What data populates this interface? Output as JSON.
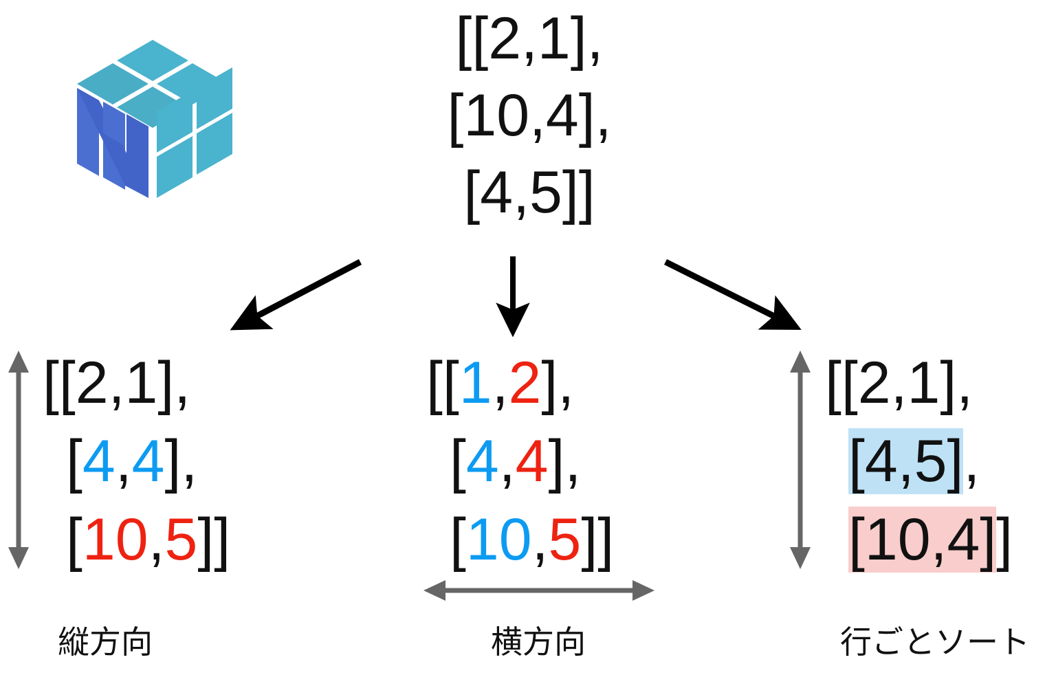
{
  "logo": {
    "name": "numpy-logo",
    "alt": "NumPy cube logo",
    "colors": {
      "teal_light": "#4dabc8",
      "teal": "#4ab3cd",
      "blue_n": "#4a6fd0",
      "blue_n_dark": "#3f63c4"
    }
  },
  "source": {
    "label": "source-array",
    "lines": [
      "[[2,1],",
      "[10,4],",
      "[4,5]]"
    ],
    "value": "[[2,1],[10,4],[4,5]]"
  },
  "arrows": {
    "left": "arrow-to-vertical",
    "middle": "arrow-to-horizontal",
    "right": "arrow-to-rowsort",
    "color": "#000000"
  },
  "measure_arrows": {
    "color": "#666666",
    "vertical_left": "vertical-direction-indicator",
    "vertical_right": "row-direction-indicator",
    "horizontal": "horizontal-direction-indicator"
  },
  "columns": [
    {
      "id": "vertical",
      "caption": "縦方向",
      "value": "[[2,1],[4,4],[10,5]]",
      "lines": [
        {
          "indent": 1,
          "tokens": [
            {
              "t": "[[2,1],",
              "c": "black"
            }
          ]
        },
        {
          "indent": 2,
          "tokens": [
            {
              "t": "[",
              "c": "black"
            },
            {
              "t": "4",
              "c": "blue"
            },
            {
              "t": ",",
              "c": "black"
            },
            {
              "t": "4",
              "c": "blue"
            },
            {
              "t": "],",
              "c": "black"
            }
          ]
        },
        {
          "indent": 2,
          "tokens": [
            {
              "t": "[",
              "c": "black"
            },
            {
              "t": "10",
              "c": "red"
            },
            {
              "t": ",",
              "c": "black"
            },
            {
              "t": "5",
              "c": "red"
            },
            {
              "t": "]]",
              "c": "black"
            }
          ]
        }
      ]
    },
    {
      "id": "horizontal",
      "caption": "横方向",
      "value": "[[1,2],[4,4],[10,5]]",
      "lines": [
        {
          "indent": 1,
          "tokens": [
            {
              "t": "[[",
              "c": "black"
            },
            {
              "t": "1",
              "c": "blue"
            },
            {
              "t": ",",
              "c": "black"
            },
            {
              "t": "2",
              "c": "red"
            },
            {
              "t": "],",
              "c": "black"
            }
          ]
        },
        {
          "indent": 2,
          "tokens": [
            {
              "t": "[",
              "c": "black"
            },
            {
              "t": "4",
              "c": "blue"
            },
            {
              "t": ",",
              "c": "black"
            },
            {
              "t": "4",
              "c": "red"
            },
            {
              "t": "],",
              "c": "black"
            }
          ]
        },
        {
          "indent": 2,
          "tokens": [
            {
              "t": "[",
              "c": "black"
            },
            {
              "t": "10",
              "c": "blue"
            },
            {
              "t": ",",
              "c": "black"
            },
            {
              "t": "5",
              "c": "red"
            },
            {
              "t": "]]",
              "c": "black"
            }
          ]
        }
      ]
    },
    {
      "id": "rowsort",
      "caption": "行ごとソート",
      "value": "[[2,1],[4,5],[10,4]]",
      "lines": [
        {
          "indent": 1,
          "tokens": [
            {
              "t": "[[2,1],",
              "c": "black"
            }
          ]
        },
        {
          "indent": 2,
          "tokens": [
            {
              "t": "[4,5]",
              "c": "black",
              "hl": "blue"
            },
            {
              "t": ",",
              "c": "black"
            }
          ]
        },
        {
          "indent": 2,
          "tokens": [
            {
              "t": "[10,4]",
              "c": "black",
              "hl": "red"
            },
            {
              "t": "]",
              "c": "black"
            }
          ]
        }
      ]
    }
  ],
  "palette": {
    "blue_text": "#0d9bf2",
    "red_text": "#ee2211",
    "highlight_blue": "#bee1f5",
    "highlight_red": "#f8cdcb",
    "gray_arrow": "#666666",
    "text": "#111111",
    "background": "#ffffff"
  }
}
